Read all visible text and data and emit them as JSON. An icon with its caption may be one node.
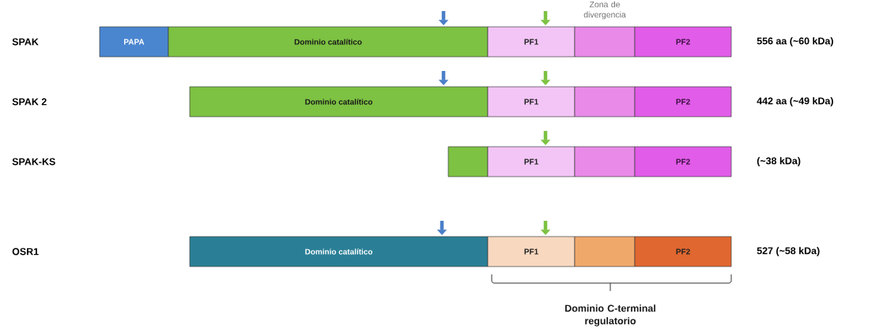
{
  "diagram": {
    "nodes": [
      {
        "text": [
          "PAPA"
        ]
      },
      {
        "text": [
          "Dominio catalítico"
        ]
      },
      {
        "text": [
          "PF1"
        ]
      },
      {
        "text": [],
        "shape": "box"
      },
      {
        "text": [
          "PF2"
        ]
      },
      {
        "text": [
          "Dominio catalítico"
        ]
      },
      {
        "text": [
          "PF1"
        ]
      },
      {
        "text": [],
        "shape": "box"
      },
      {
        "text": [
          "PF2"
        ]
      },
      {
        "text": [],
        "shape": "box"
      },
      {
        "text": [
          "PF1"
        ]
      },
      {
        "text": [],
        "shape": "box"
      },
      {
        "text": [
          "PF2"
        ]
      },
      {
        "text": [
          "Dominio catalítico"
        ]
      },
      {
        "text": [
          "PF1"
        ]
      },
      {
        "text": [],
        "shape": "box"
      },
      {
        "text": [
          "PF2"
        ]
      }
    ],
    "edges": [
      {
        "from": null,
        "to": 1,
        "arrow": "to",
        "color": "#4a7fc8"
      },
      {
        "from": null,
        "to": 2,
        "arrow": "to"
      },
      {
        "from": null,
        "to": 5,
        "arrow": "to",
        "color": "#4a7fc8"
      },
      {
        "from": null,
        "to": 6,
        "arrow": "to"
      },
      {
        "from": null,
        "to": 10,
        "arrow": "to"
      },
      {
        "from": null,
        "to": 13,
        "arrow": "to",
        "color": "#4a7fc8"
      },
      {
        "from": null,
        "to": 14,
        "arrow": "to"
      }
    ],
    "labels": [
      "Zona de divergencia",
      "SPAK",
      "556 aa (~60 kDa)",
      "SPAK 2",
      "442 aa (~49 kDa)",
      "SPAK-KS",
      "(~38 kDa)",
      "OSR1",
      "527 (~58 kDa)",
      "Dominio C-terminal regulatorio"
    ]
  }
}
